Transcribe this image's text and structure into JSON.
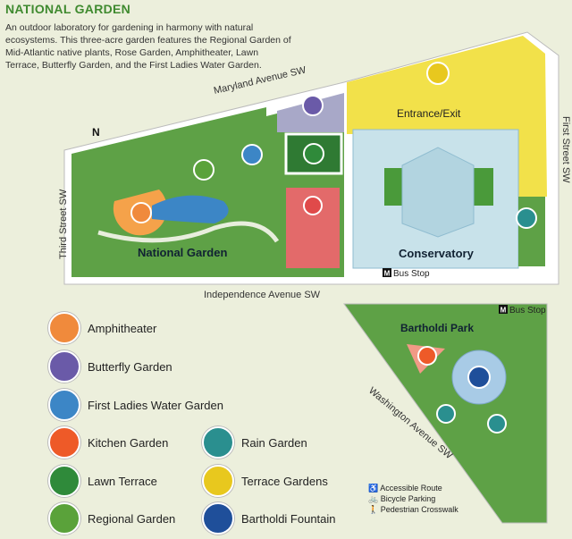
{
  "header": {
    "title": "NATIONAL GARDEN",
    "description": "An outdoor laboratory for gardening in harmony with natural ecosystems. This three-acre garden features the Regional Garden of Mid-Atlantic native plants, Rose Garden, Amphitheater, Lawn Terrace, Butterfly Garden, and the First Ladies Water Garden."
  },
  "streets": {
    "maryland": "Maryland Avenue SW",
    "first": "First Street SW",
    "third": "Third Street SW",
    "independence": "Independence Avenue SW",
    "washington": "Washington Avenue SW"
  },
  "labels": {
    "entrance": "Entrance/Exit",
    "conservatory": "Conservatory",
    "national_garden": "National Garden",
    "bartholdi_park": "Bartholdi Park",
    "bus_stop_1": "Bus Stop",
    "bus_stop_2": "Bus Stop",
    "north": "N",
    "metro_letter": "M"
  },
  "legend": [
    {
      "label": "Amphitheater",
      "color": "#f08a3c",
      "icon": "amphitheater-icon"
    },
    {
      "label": "Butterfly Garden",
      "color": "#6a5aa8",
      "icon": "butterfly-icon"
    },
    {
      "label": "First Ladies Water Garden",
      "color": "#3c86c6",
      "icon": "water-garden-icon"
    },
    {
      "label": "Kitchen Garden",
      "color": "#ee5a28",
      "icon": "carrot-icon"
    },
    {
      "label": "Lawn Terrace",
      "color": "#2f8a3a",
      "icon": "lawn-icon"
    },
    {
      "label": "Regional Garden",
      "color": "#5aa23a",
      "icon": "leaf-icon"
    },
    {
      "label": "Rain Garden",
      "color": "#2a8f8f",
      "icon": "rain-garden-icon"
    },
    {
      "label": "Terrace Gardens",
      "color": "#e8c81e",
      "icon": "terrace-icon"
    },
    {
      "label": "Bartholdi Fountain",
      "color": "#1f4f9a",
      "icon": "fountain-icon"
    }
  ],
  "key": {
    "accessible": "Accessible Route",
    "bicycle": "Bicycle Parking",
    "crosswalk": "Pedestrian Crosswalk"
  }
}
